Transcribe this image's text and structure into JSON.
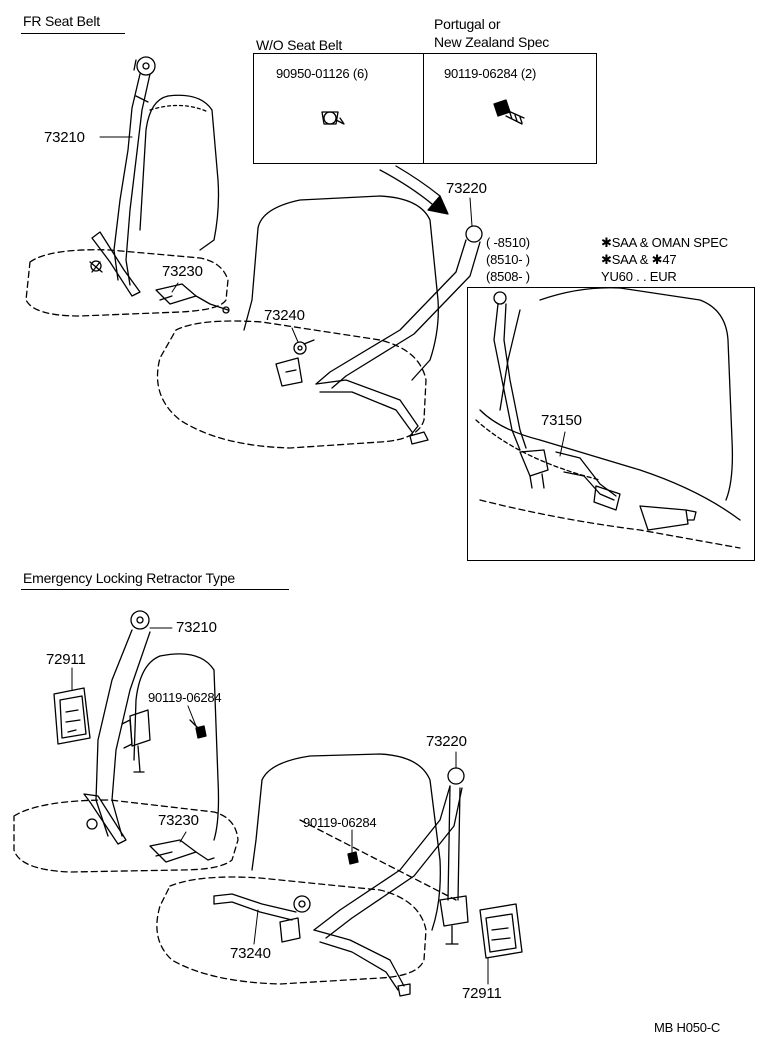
{
  "sections": {
    "fr_seat_belt": "FR Seat Belt",
    "elr_type": "Emergency Locking Retractor Type"
  },
  "inset": {
    "wo_seat_belt": {
      "title": "W/O Seat Belt",
      "part": "90950-01126 (6)"
    },
    "portugal_nz": {
      "title_line1": "Portugal or",
      "title_line2": "New Zealand Spec",
      "part": "90119-06284 (2)"
    }
  },
  "top_parts": {
    "p73210": "73210",
    "p73220": "73220",
    "p73230": "73230",
    "p73240": "73240",
    "p73150": "73150"
  },
  "applicability": [
    {
      "range": "(          -8510)",
      "note": "✱SAA & OMAN SPEC"
    },
    {
      "range": "(8510-          )",
      "note": "✱SAA & ✱47"
    },
    {
      "range": "(8508-          )",
      "note": "YU60 . . EUR"
    }
  ],
  "bottom_parts": {
    "p73210": "73210",
    "p72911_left": "72911",
    "bolt_left": "90119-06284",
    "p73230": "73230",
    "p73220": "73220",
    "bolt_right": "90119-06284",
    "p73240": "73240",
    "p72911_right": "72911"
  },
  "figure_code": "MB H050-C"
}
